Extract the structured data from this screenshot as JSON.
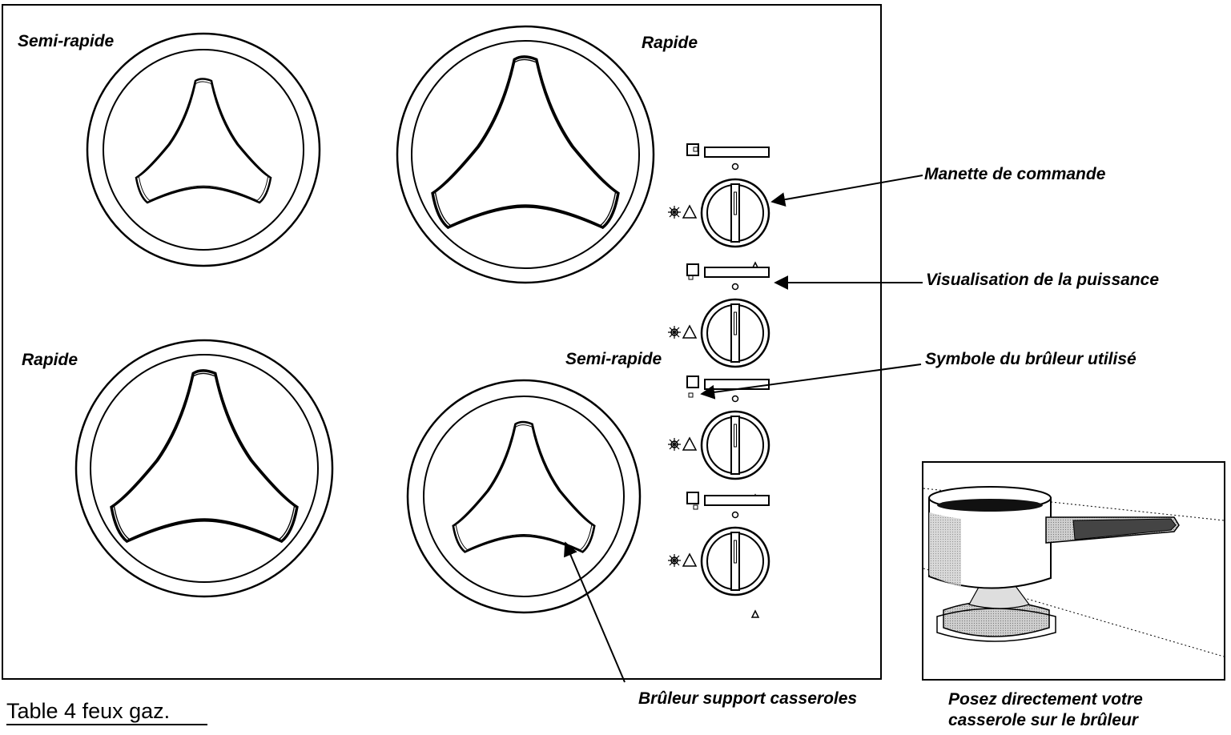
{
  "title": "Table 4 feux gaz.",
  "burners": {
    "top_left": "Semi-rapide",
    "top_right": "Rapide",
    "bottom_left": "Rapide",
    "bottom_right": "Semi-rapide"
  },
  "callouts": {
    "knob": "Manette de commande",
    "power": "Visualisation de la puissance",
    "symbol": "Symbole du brûleur utilisé",
    "support": "Brûleur support casseroles"
  },
  "inset_caption": {
    "line1": "Posez directement votre",
    "line2": "casserole sur le brûleur"
  },
  "knob_count": 4
}
